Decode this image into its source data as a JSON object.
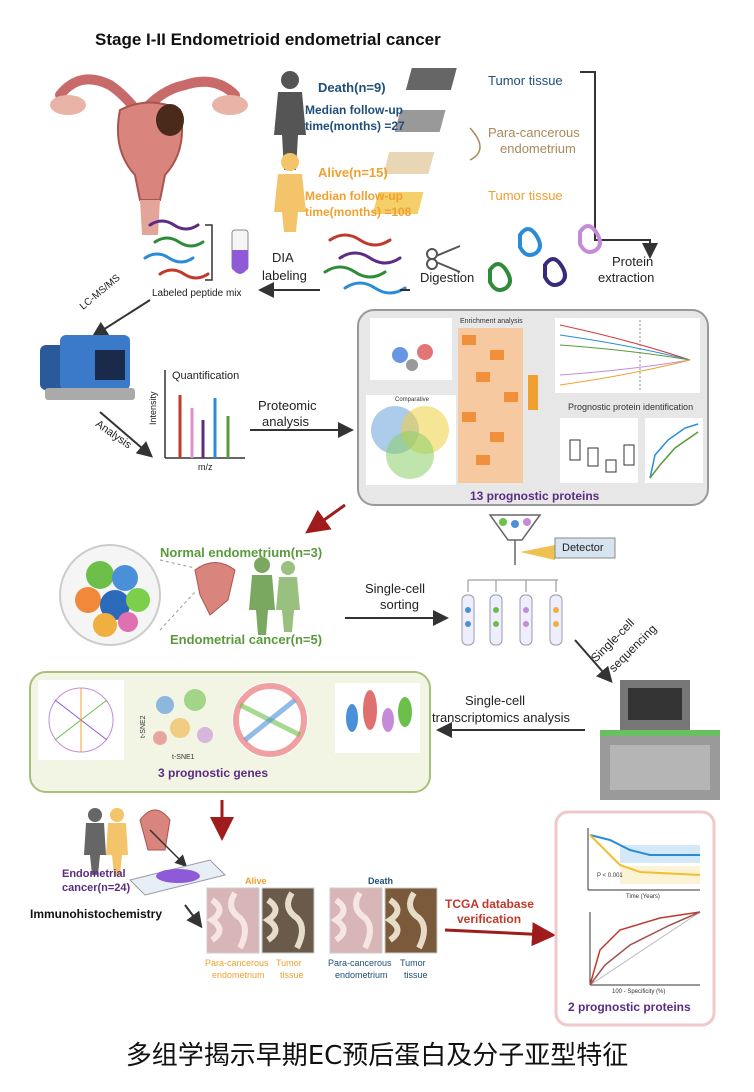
{
  "title": "Stage I-II Endometrioid endometrial cancer",
  "cohort": {
    "death": {
      "label": "Death(n=9)",
      "follow_up_1": "Median follow-up",
      "follow_up_2": "time(months) =27"
    },
    "alive": {
      "label": "Alive(n=15)",
      "follow_up_1": "Median follow-up",
      "follow_up_2": "time(months) =108"
    }
  },
  "tissues": {
    "tumor_top": "Tumor tissue",
    "para_1": "Para-cancerous",
    "para_2": "endometrium",
    "tumor_bottom": "Tumor tissue"
  },
  "steps": {
    "protein_extraction_1": "Protein",
    "protein_extraction_2": "extraction",
    "digestion": "Digestion",
    "dia_1": "DIA",
    "dia_2": "labeling",
    "peptide_mix": "Labeled peptide mix",
    "lcms": "LC-MS/MS",
    "analysis": "Analysis",
    "quantification": "Quantification",
    "intensity": "Intensity",
    "mz": "m/z",
    "proteomic_1": "Proteomic",
    "proteomic_2": "analysis"
  },
  "proteomics_panel": {
    "enrichment": "Enrichment analysis",
    "comparative": "Comparative",
    "prognostic_id": "Prognostic protein identification",
    "footer": "13 prognostic proteins"
  },
  "single_cell": {
    "normal": "Normal endometrium(n=3)",
    "cancer": "Endometrial cancer(n=5)",
    "detector": "Detector",
    "sorting_1": "Single-cell",
    "sorting_2": "sorting",
    "seq_1": "Single-cell",
    "seq_2": "sequencing",
    "transcriptomics_1": "Single-cell",
    "transcriptomics_2": "transcriptomics analysis",
    "tsne2": "t-SNE2",
    "tsne1": "t-SNE1",
    "genes_footer": "3 prognostic genes"
  },
  "ihc": {
    "cancer_1": "Endometrial",
    "cancer_2": "cancer(n=24)",
    "label": "Immunohistochemistry",
    "alive": "Alive",
    "death": "Death",
    "para_1": "Para-cancerous",
    "para_2": "endometrium",
    "tumor_1": "Tumor",
    "tumor_2": "tissue",
    "para_3": "Para-cancerous",
    "para_4": "endometrium",
    "tumor_3": "Tumor",
    "tumor_4": "tissue"
  },
  "tcga": {
    "line1": "TCGA database",
    "line2": "verification",
    "km_pvalue": "P < 0.001",
    "km_xlabel": "Time (Years)",
    "roc_xlabel": "100 - Specificity (%)",
    "footer": "2 prognostic proteins"
  },
  "caption": "多组学揭示早期EC预后蛋白及分子亚型特征",
  "colors": {
    "blue": "#1f4e79",
    "orange": "#f0a030",
    "tan": "#a88a5a",
    "green": "#5a9a3c",
    "purple": "#5b2c83",
    "red": "#c0392b",
    "darkred": "#a01c1c"
  }
}
